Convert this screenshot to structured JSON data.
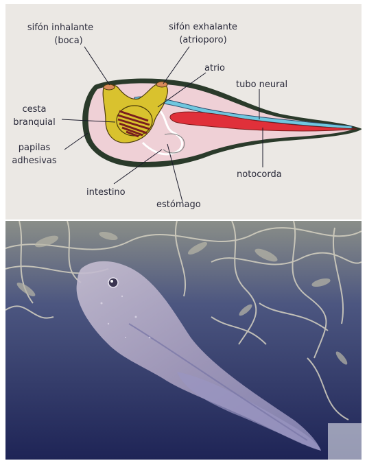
{
  "diagram": {
    "labels": {
      "inhalant_siphon_line1": "sifón inhalante",
      "inhalant_siphon_line2": "(boca)",
      "exhalant_siphon_line1": "sifón exhalante",
      "exhalant_siphon_line2": "(atrioporo)",
      "atrium": "atrio",
      "neural_tube": "tubo neural",
      "branchial_basket_line1": "cesta",
      "branchial_basket_line2": "branquial",
      "adhesive_papillae_line1": "papilas",
      "adhesive_papillae_line2": "adhesivas",
      "notochord": "notocorda",
      "intestine": "intestino",
      "stomach": "estómago"
    },
    "colors": {
      "background": "#ebe8e4",
      "body_fill": "#efd0d6",
      "body_outline": "#2a3a2a",
      "siphon_and_basket": "#d9c22e",
      "basket_stripes": "#7a1e1e",
      "neural_tube": "#6fc7df",
      "notochord": "#e0303a",
      "label_text": "#2a2a3a"
    }
  },
  "photo": {
    "colors": {
      "water_dark": "#1e2456",
      "water_mid": "#3b4a86",
      "plants": "#c9c6b8",
      "larva_body": "#b8b0c8"
    }
  }
}
